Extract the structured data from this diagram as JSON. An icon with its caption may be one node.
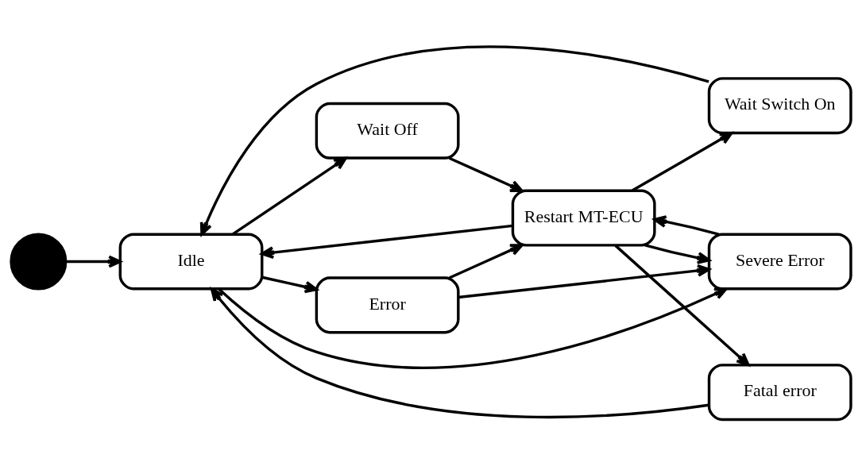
{
  "diagram": {
    "nodes": [
      {
        "text": [],
        "shape": "circle"
      },
      {
        "text": [
          "Wait Switch On"
        ]
      },
      {
        "text": [
          "Idle"
        ]
      },
      {
        "text": [
          "Wait Off"
        ]
      },
      {
        "text": [
          "Error"
        ]
      },
      {
        "text": [
          "Severe Error"
        ]
      },
      {
        "text": [
          "Restart MT-ECU"
        ]
      },
      {
        "text": [
          "Fatal error"
        ]
      }
    ],
    "edges": [
      {
        "from": 0,
        "to": 2,
        "arrow": "to"
      },
      {
        "from": 1,
        "to": 2,
        "arrow": "to"
      },
      {
        "from": 2,
        "to": 3,
        "arrow": "to"
      },
      {
        "from": 2,
        "to": 4,
        "arrow": "to"
      },
      {
        "from": 2,
        "to": 5,
        "arrow": "to"
      },
      {
        "from": 3,
        "to": 6,
        "arrow": "to"
      },
      {
        "from": 4,
        "to": 6,
        "arrow": "to"
      },
      {
        "from": 4,
        "to": 5,
        "arrow": "to"
      },
      {
        "from": 5,
        "to": 6,
        "arrow": "to"
      },
      {
        "from": 6,
        "to": 1,
        "arrow": "to"
      },
      {
        "from": 6,
        "to": 5,
        "arrow": "to"
      },
      {
        "from": 6,
        "to": 7,
        "arrow": "to"
      },
      {
        "from": 6,
        "to": 2,
        "arrow": "to"
      },
      {
        "from": 7,
        "to": 2,
        "arrow": "to"
      }
    ]
  }
}
